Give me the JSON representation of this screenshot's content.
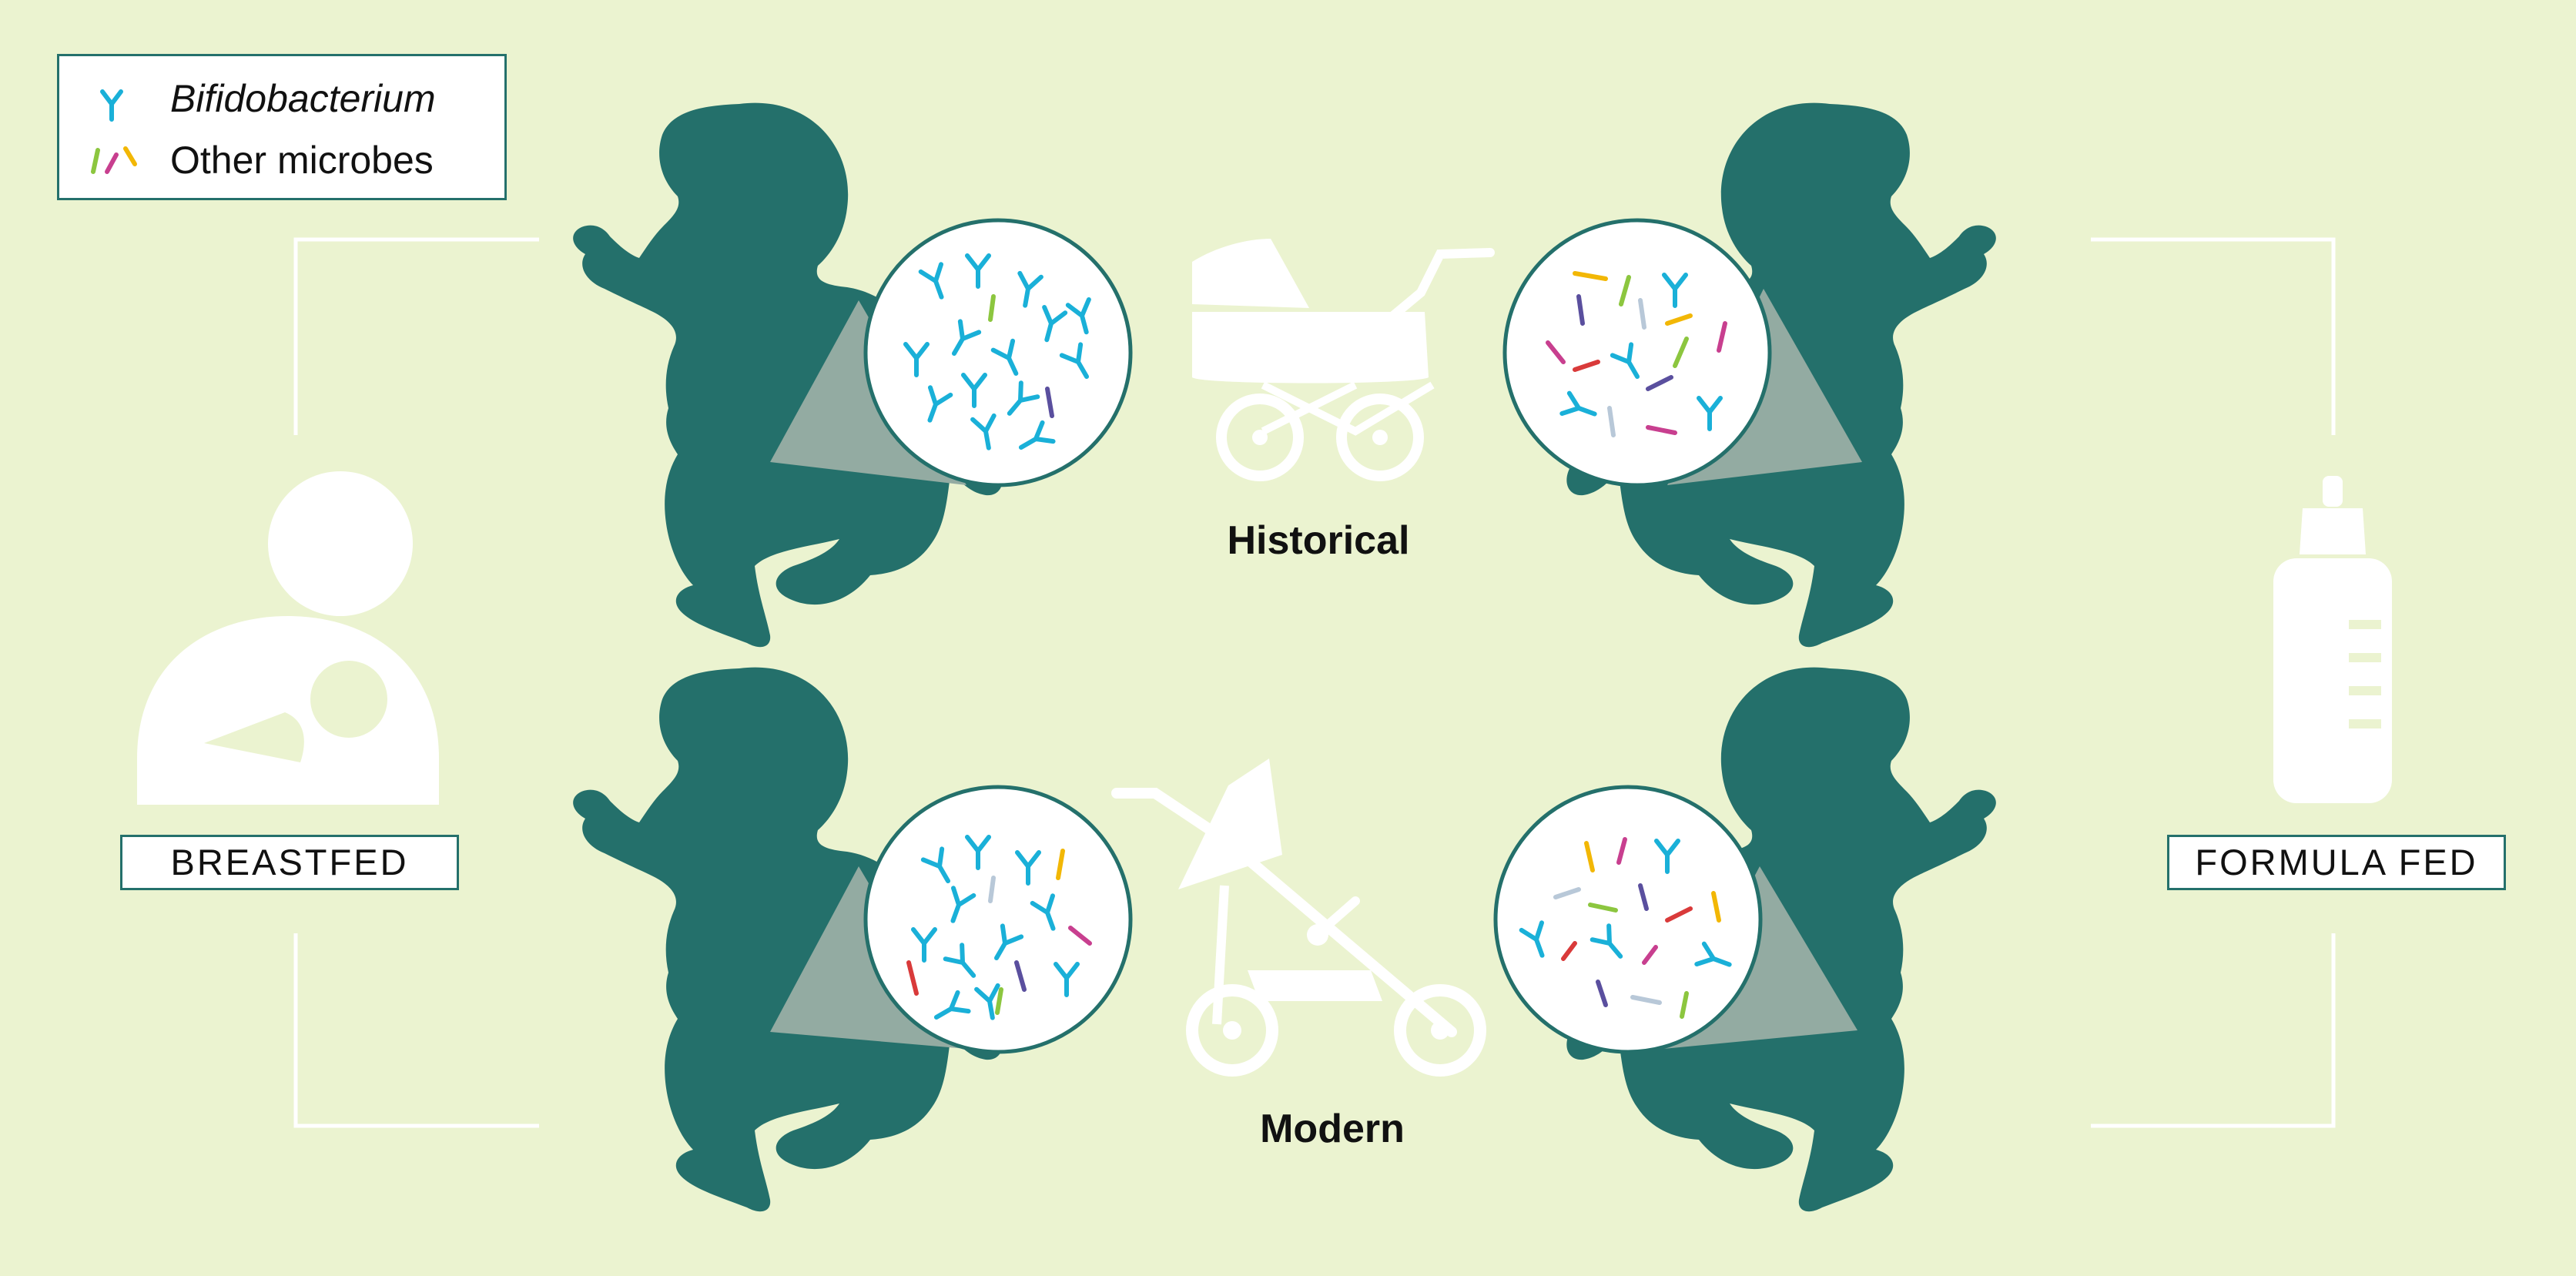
{
  "legend": {
    "bifido_label": "Bifidobacterium",
    "other_label": "Other microbes"
  },
  "labels": {
    "breastfed": "BREASTFED",
    "formula_fed": "FORMULA FED",
    "historical": "Historical",
    "modern": "Modern"
  },
  "colors": {
    "background": "#ebf3d0",
    "baby": "#24706b",
    "bifidobacterium": "#1ab0d8",
    "microbe_palette": [
      "#8cc63f",
      "#f2b705",
      "#c83f8f",
      "#d93a3a",
      "#5a4f9e",
      "#b8c8d8"
    ]
  },
  "icons": [
    "breastfeeding-icon",
    "bottle-icon",
    "pram-icon",
    "stroller-icon",
    "baby-silhouette-icon",
    "bifidobacterium-icon",
    "microbe-rod-icon"
  ]
}
